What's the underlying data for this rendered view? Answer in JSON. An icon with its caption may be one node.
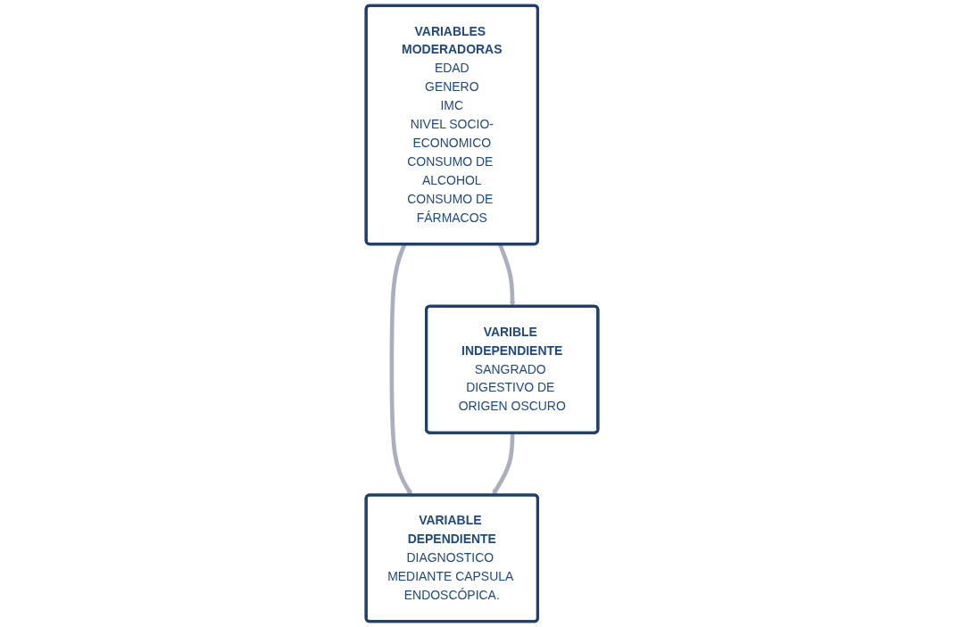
{
  "diagram": {
    "nodes": [
      {
        "text": [
          "VARIABLES MODERADORAS",
          "EDAD",
          "GENERO",
          "IMC",
          "NIVEL SOCIO-ECONOMICO",
          "CONSUMO DE ALCOHOL",
          "CONSUMO DE FÁRMACOS"
        ]
      },
      {
        "text": [
          "VARIBLE INDEPENDIENTE",
          "SANGRADO DIGESTIVO DE ORIGEN OSCURO"
        ]
      },
      {
        "text": [
          "VARIABLE DEPENDIENTE",
          "DIAGNOSTICO MEDIANTE CAPSULA ENDOSCÓPICA."
        ]
      }
    ],
    "edges": [
      {
        "from": 0,
        "to": 1,
        "arrow": "to"
      },
      {
        "from": 0,
        "to": 2,
        "arrow": "to"
      },
      {
        "from": 1,
        "to": 2,
        "arrow": "to"
      }
    ]
  }
}
